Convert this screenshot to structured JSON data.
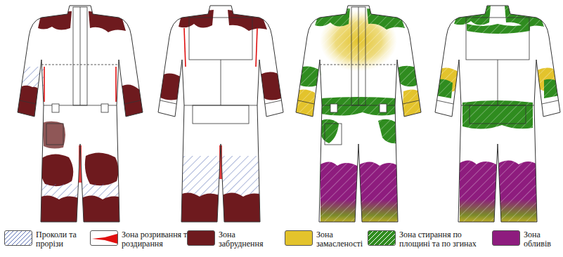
{
  "diagram": {
    "legend": [
      {
        "text": "Проколи та прорізи"
      },
      {
        "text": "Зона розривання та роздирання"
      },
      {
        "text": "Зона забруднення",
        "color": "#6e1a1e"
      },
      {
        "text": "Зона замасленості",
        "color": "#e3c32c"
      },
      {
        "text": "Зона стирання по площині та по згинах",
        "color": "#2f8c1f"
      },
      {
        "text": "Зона обливів",
        "color": "#8e1c7e"
      }
    ]
  }
}
